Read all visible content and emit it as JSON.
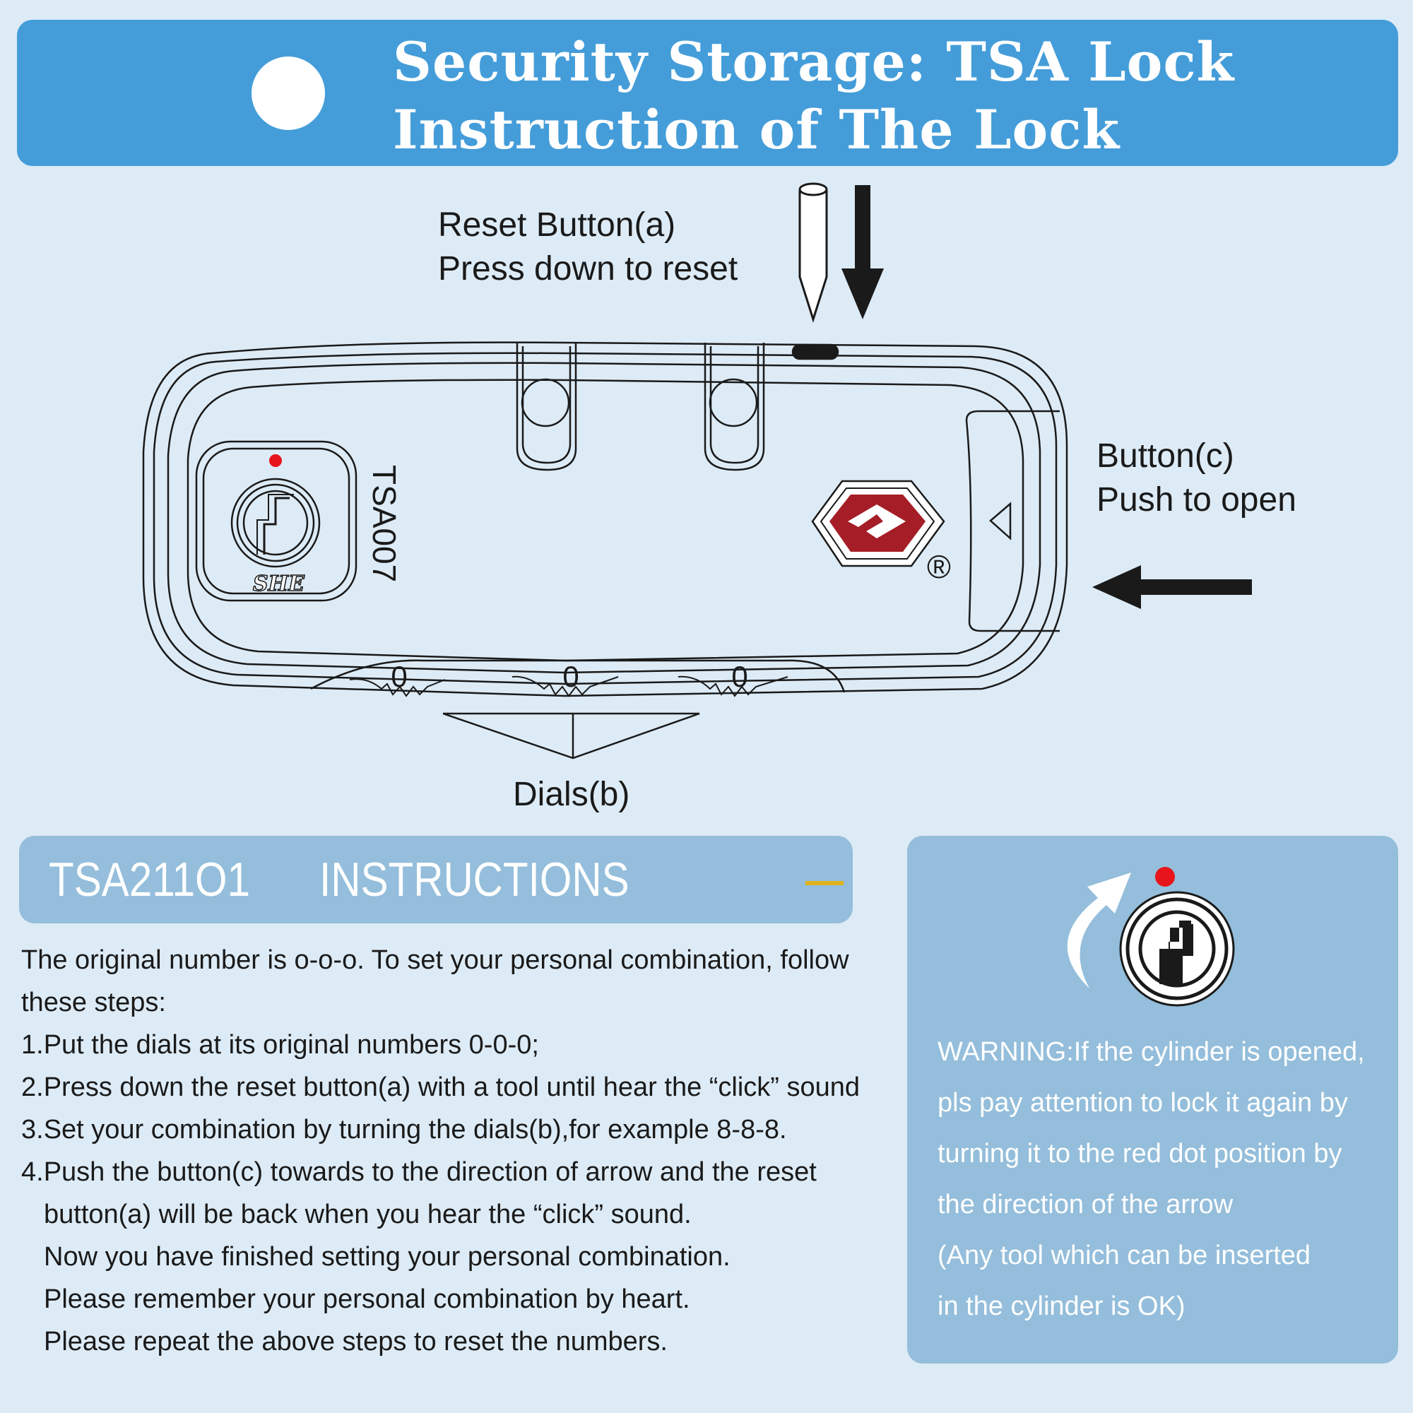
{
  "header": {
    "title_line1": "Security Storage: TSA Lock",
    "title_line2": "Instruction of The Lock"
  },
  "diagram": {
    "reset_label": "Reset Button(a)",
    "reset_desc": "Press down to reset",
    "button_label": "Button(c)",
    "button_desc": "Push to open",
    "dials_label": "Dials(b)",
    "model_print": "TSA007",
    "logo_text": "SHE",
    "registered_mark": "®",
    "dial_values": [
      "0",
      "0",
      "0"
    ],
    "colors": {
      "red_dot": "#e8141c",
      "tsa_red": "#a51d26"
    }
  },
  "instructions": {
    "model": "TSA211O1",
    "title": "INSTRUCTIONS",
    "lines": [
      "The original number is o-o-o. To set your personal combination, follow",
      "these steps:",
      "1.Put the dials at its original numbers 0-0-0;",
      "2.Press down the reset button(a) with a tool until hear the “click” sound",
      "3.Set your combination by turning the dials(b),for example 8-8-8.",
      "4.Push the button(c) towards to the direction of arrow and the reset",
      "button(a) will be back when you hear the “click” sound.",
      "Now you have finished setting your personal combination.",
      "Please remember your personal combination by heart.",
      "Please repeat the above steps to reset the numbers."
    ]
  },
  "warning": {
    "lines": [
      "WARNING:If the cylinder is opened,",
      "pls pay attention to lock it again by",
      "turning it to the red dot position by",
      "the direction of the arrow",
      "(Any tool which can be inserted",
      "in the cylinder is OK)"
    ]
  },
  "icons": [
    "reset-pin-icon",
    "down-arrow-icon",
    "left-arrow-icon",
    "tsa-diamond-icon",
    "lock-cylinder-icon",
    "curved-arrow-icon"
  ]
}
